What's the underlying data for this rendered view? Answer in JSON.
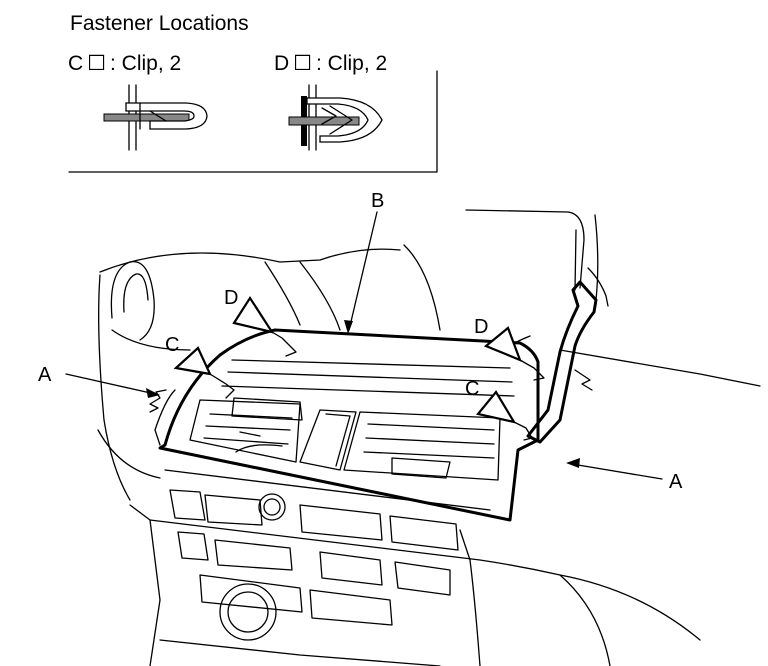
{
  "title": "Fastener Locations",
  "legend": [
    {
      "letter": "C",
      "symbol": "☐",
      "text": ": Clip, 2",
      "icon": "clip-c-icon"
    },
    {
      "letter": "D",
      "symbol": "☐",
      "text": ": Clip, 2",
      "icon": "clip-d-icon"
    }
  ],
  "callouts": {
    "A_left": "A",
    "A_right": "A",
    "B": "B",
    "C_left": "C",
    "C_right": "C",
    "D_left": "D",
    "D_right": "D"
  }
}
